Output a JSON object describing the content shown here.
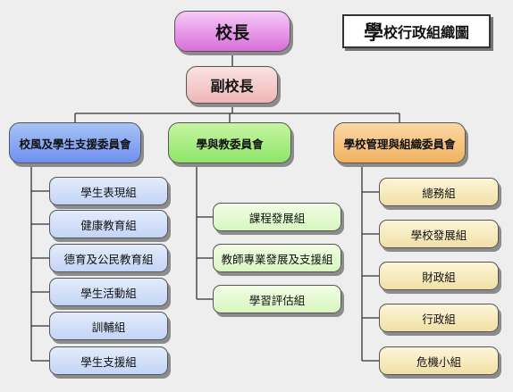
{
  "title": {
    "big_char": "學",
    "rest": "校行政組織圖"
  },
  "principal": "校長",
  "vice_principal": "副校長",
  "committees": [
    {
      "name": "校風及學生支援委員會",
      "units": [
        "學生表現組",
        "健康教育組",
        "德育及公民教育組",
        "學生活動組",
        "訓輔組",
        "學生支援組"
      ]
    },
    {
      "name": "學與教委員會",
      "units": [
        "課程發展組",
        "教師專業發展及支援組",
        "學習評估組"
      ]
    },
    {
      "name": "學校管理與組織委員會",
      "units": [
        "總務組",
        "學校發展組",
        "財政組",
        "行政組",
        "危機小組"
      ]
    }
  ],
  "colors": {
    "principal": "#d96ed8",
    "vice_principal": "#efb6b6",
    "committee_1": "#6f8ff0",
    "committee_2": "#8ee56a",
    "committee_3": "#f1b260",
    "units_1": "#c3d4f6",
    "units_2": "#d8f6c0",
    "units_3": "#f0e0a7",
    "background": "#eeeeee"
  }
}
